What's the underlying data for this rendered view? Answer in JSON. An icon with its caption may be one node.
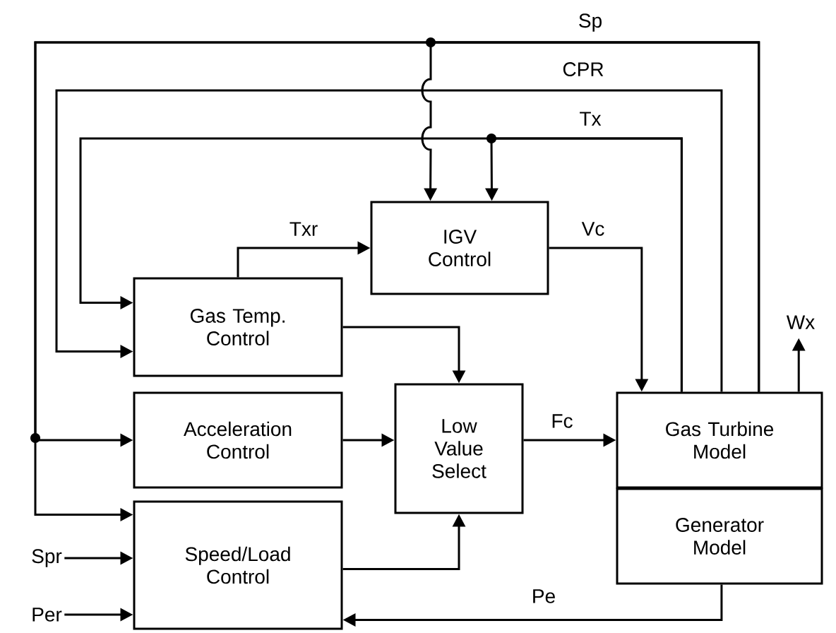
{
  "diagram": {
    "nodes": [
      {
        "text": [
          "IGV Control"
        ]
      },
      {
        "text": [
          "Gas Temp. Control"
        ]
      },
      {
        "text": [
          "Acceleration Control"
        ]
      },
      {
        "text": [
          "Low Value Select"
        ]
      },
      {
        "text": [
          "Speed/Load Control"
        ]
      },
      {
        "text": [
          "Gas Turbine Model"
        ]
      },
      {
        "text": [
          "Generator Model"
        ]
      },
      {
        "text": [
          "Spr"
        ]
      },
      {
        "text": [
          "Per"
        ]
      }
    ],
    "edges": [
      {
        "from": 5,
        "to": 0,
        "arrow": "to",
        "label": "Sp"
      },
      {
        "from": 5,
        "to": 2,
        "arrow": "to"
      },
      {
        "from": 5,
        "to": 4,
        "arrow": "to"
      },
      {
        "from": 5,
        "to": 1,
        "arrow": "to",
        "label": "CPR"
      },
      {
        "from": 5,
        "to": 1,
        "arrow": "to",
        "label": "Tx"
      },
      {
        "from": 5,
        "to": 0,
        "arrow": "to"
      },
      {
        "from": 1,
        "to": 0,
        "arrow": "to",
        "label": "Txr"
      },
      {
        "from": 0,
        "to": 5,
        "arrow": "to",
        "label": "Vc"
      },
      {
        "from": 1,
        "to": 3,
        "arrow": "to"
      },
      {
        "from": 2,
        "to": 3,
        "arrow": "to"
      },
      {
        "from": 4,
        "to": 3,
        "arrow": "to"
      },
      {
        "from": 3,
        "to": 5,
        "arrow": "to",
        "label": "Fc"
      },
      {
        "from": 6,
        "to": 4,
        "arrow": "to",
        "label": "Pe"
      },
      {
        "from": 7,
        "to": 4,
        "arrow": "to"
      },
      {
        "from": 8,
        "to": 4,
        "arrow": "to"
      },
      {
        "from": 5,
        "to": null,
        "arrow": "to",
        "label": "Wx"
      }
    ]
  }
}
